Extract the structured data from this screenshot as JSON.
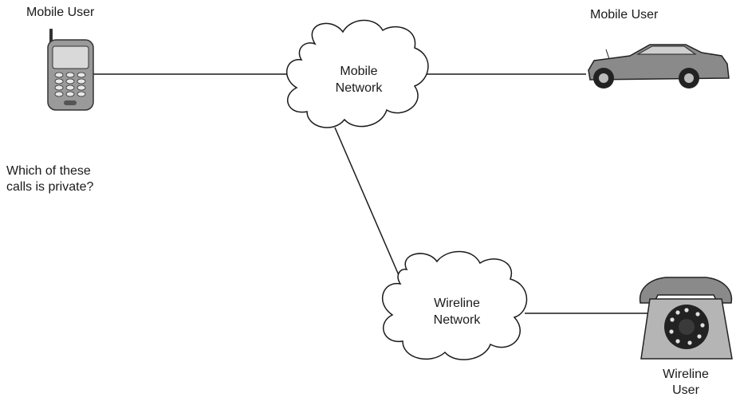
{
  "labels": {
    "mobile_user_left": "Mobile User",
    "mobile_user_right": "Mobile User",
    "wireline_user_line1": "Wireline",
    "wireline_user_line2": "User",
    "question_line1": "Which of these",
    "question_line2": "calls is private?"
  },
  "clouds": {
    "mobile": {
      "line1": "Mobile",
      "line2": "Network"
    },
    "wireline": {
      "line1": "Wireline",
      "line2": "Network"
    }
  },
  "icons": {
    "phone": "mobile-phone-icon",
    "car": "car-icon",
    "desk_phone": "rotary-desk-phone-icon"
  },
  "colors": {
    "line": "#1a1a1a",
    "device": "#9a9a9a"
  }
}
